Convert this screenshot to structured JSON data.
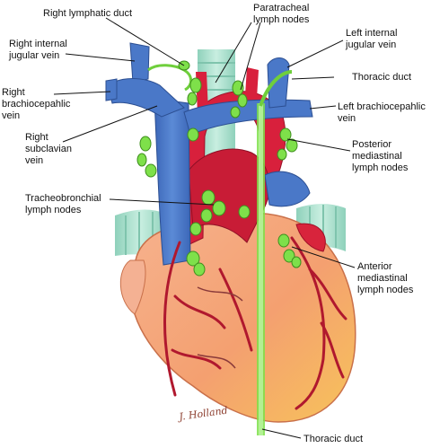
{
  "labels": {
    "right_lymphatic_duct": "Right lymphatic duct",
    "paratracheal": [
      "Paratracheal",
      "lymph nodes"
    ],
    "right_internal_jugular": [
      "Right internal",
      "jugular vein"
    ],
    "left_internal_jugular": [
      "Left internal",
      "jugular vein"
    ],
    "thoracic_duct_top": "Thoracic duct",
    "right_brachiocephalic": [
      "Right",
      "brachiocepahlic",
      "vein"
    ],
    "left_brachiocephalic": [
      "Left brachiocepahlic",
      "vein"
    ],
    "right_subclavian": [
      "Right",
      "subclavian",
      "vein"
    ],
    "posterior_mediastinal": [
      "Posterior",
      "mediastinal",
      "lymph nodes"
    ],
    "tracheobronchial": [
      "Tracheobronchial",
      "lymph nodes"
    ],
    "anterior_mediastinal": [
      "Anterior",
      "mediastinal",
      "lymph nodes"
    ],
    "thoracic_duct_bottom": "Thoracic duct"
  },
  "signature": "J. Holland",
  "colors": {
    "vein": "#4a78c8",
    "artery": "#d8203c",
    "heart": "#f2a878",
    "lymph": "#7ee04a",
    "trachea": "#a6dcc8"
  }
}
